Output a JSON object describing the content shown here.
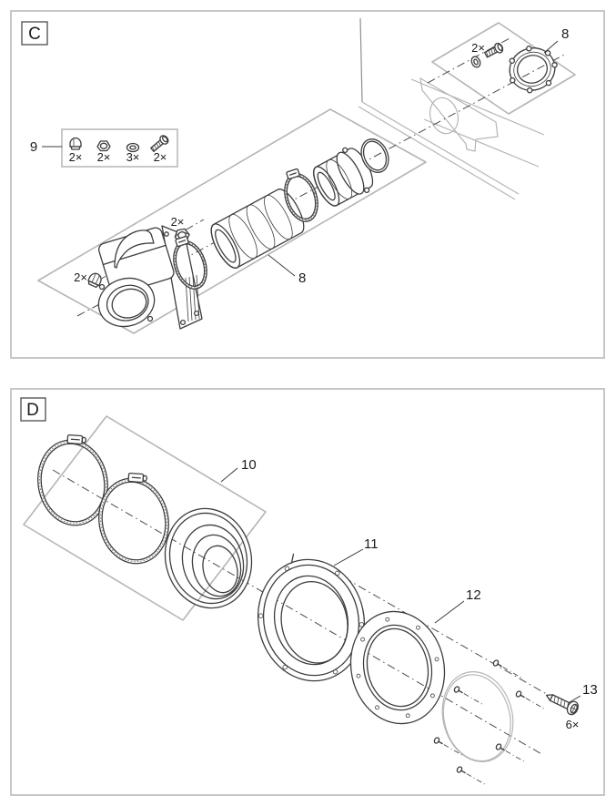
{
  "figure": {
    "panel_c": {
      "label": "C",
      "inset_8": {
        "part_number": "8",
        "screw_qty": "2×"
      },
      "kit_9": {
        "part_number": "9",
        "items": [
          {
            "name": "cap-nut",
            "qty": "2×"
          },
          {
            "name": "hex-nut",
            "qty": "2×"
          },
          {
            "name": "o-ring",
            "qty": "3×"
          },
          {
            "name": "screw",
            "qty": "2×"
          }
        ]
      },
      "assembly_8": {
        "part_number": "8",
        "cap_nut_qty": "2×",
        "hex_nut_qty": "2×"
      }
    },
    "panel_d": {
      "label": "D",
      "group_10": {
        "part_number": "10"
      },
      "ring_11": {
        "part_number": "11"
      },
      "flange_12": {
        "part_number": "12"
      },
      "screw_13": {
        "part_number": "13",
        "qty": "6×"
      }
    }
  }
}
